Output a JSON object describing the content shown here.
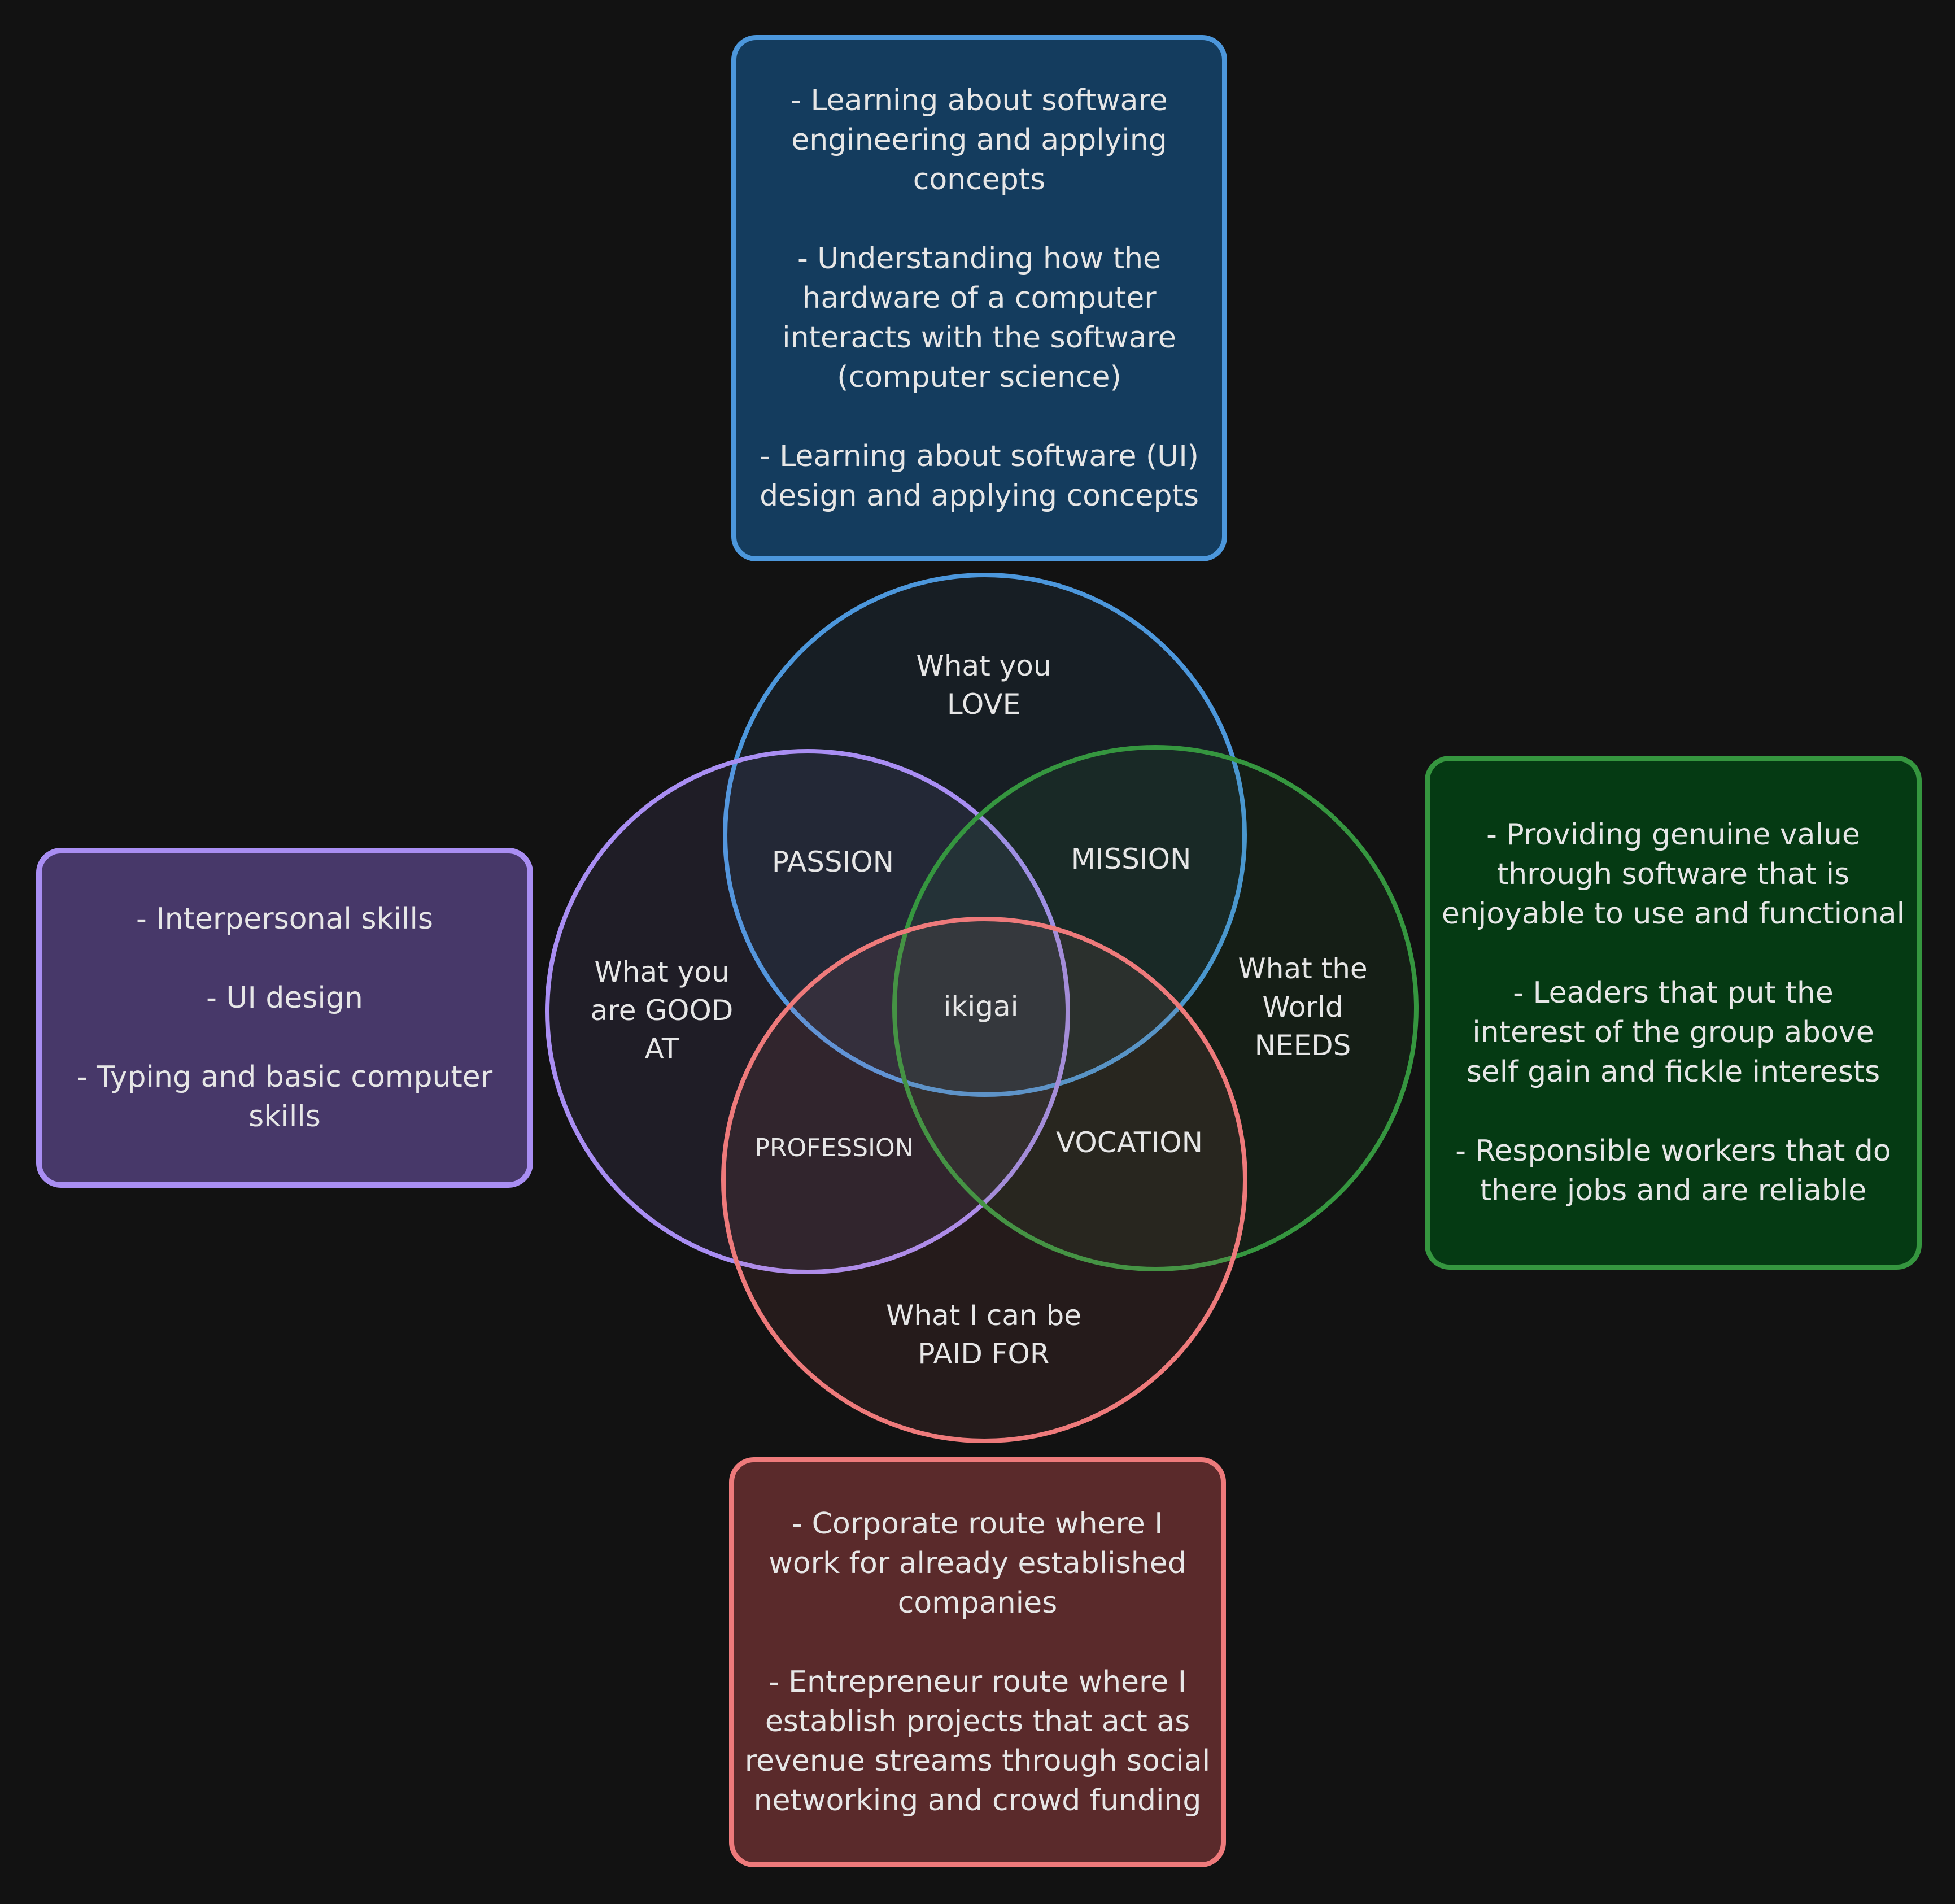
{
  "colors": {
    "background": "#121212",
    "love": "#4c97dc",
    "good_at": "#a98ef3",
    "world_needs": "#35963f",
    "paid_for": "#ee7a7b",
    "text": "#e6e6e6"
  },
  "circles": {
    "love": {
      "line1": "What you",
      "line2": "LOVE"
    },
    "good_at": {
      "line1": "What you",
      "line2": "are GOOD",
      "line3": "AT"
    },
    "world_needs": {
      "line1": "What the",
      "line2": "World",
      "line3": "NEEDS"
    },
    "paid_for": {
      "line1": "What I can be",
      "line2": "PAID FOR"
    }
  },
  "intersections": {
    "passion": "PASSION",
    "mission": "MISSION",
    "profession": "PROFESSION",
    "vocation": "VOCATION",
    "center": "ikigai"
  },
  "notes": {
    "love": {
      "items": [
        "- Learning about software\nengineering and applying\nconcepts",
        "- Understanding how the\nhardware of a computer\ninteracts with the software\n(computer science)",
        "- Learning about software (UI)\ndesign and applying concepts"
      ]
    },
    "good_at": {
      "items": [
        "- Interpersonal skills",
        "-  UI design",
        "- Typing and basic computer\nskills"
      ]
    },
    "world_needs": {
      "items": [
        "- Providing genuine value\nthrough software that is\nenjoyable to use and functional",
        "- Leaders that put the\ninterest of the group above\nself gain and fickle interests",
        "- Responsible workers that do\nthere jobs and are reliable"
      ]
    },
    "paid_for": {
      "items": [
        "- Corporate route where I\nwork for already established\ncompanies",
        "- Entrepreneur route where I\nestablish projects that act as\nrevenue streams through social\nnetworking and crowd funding"
      ]
    }
  }
}
